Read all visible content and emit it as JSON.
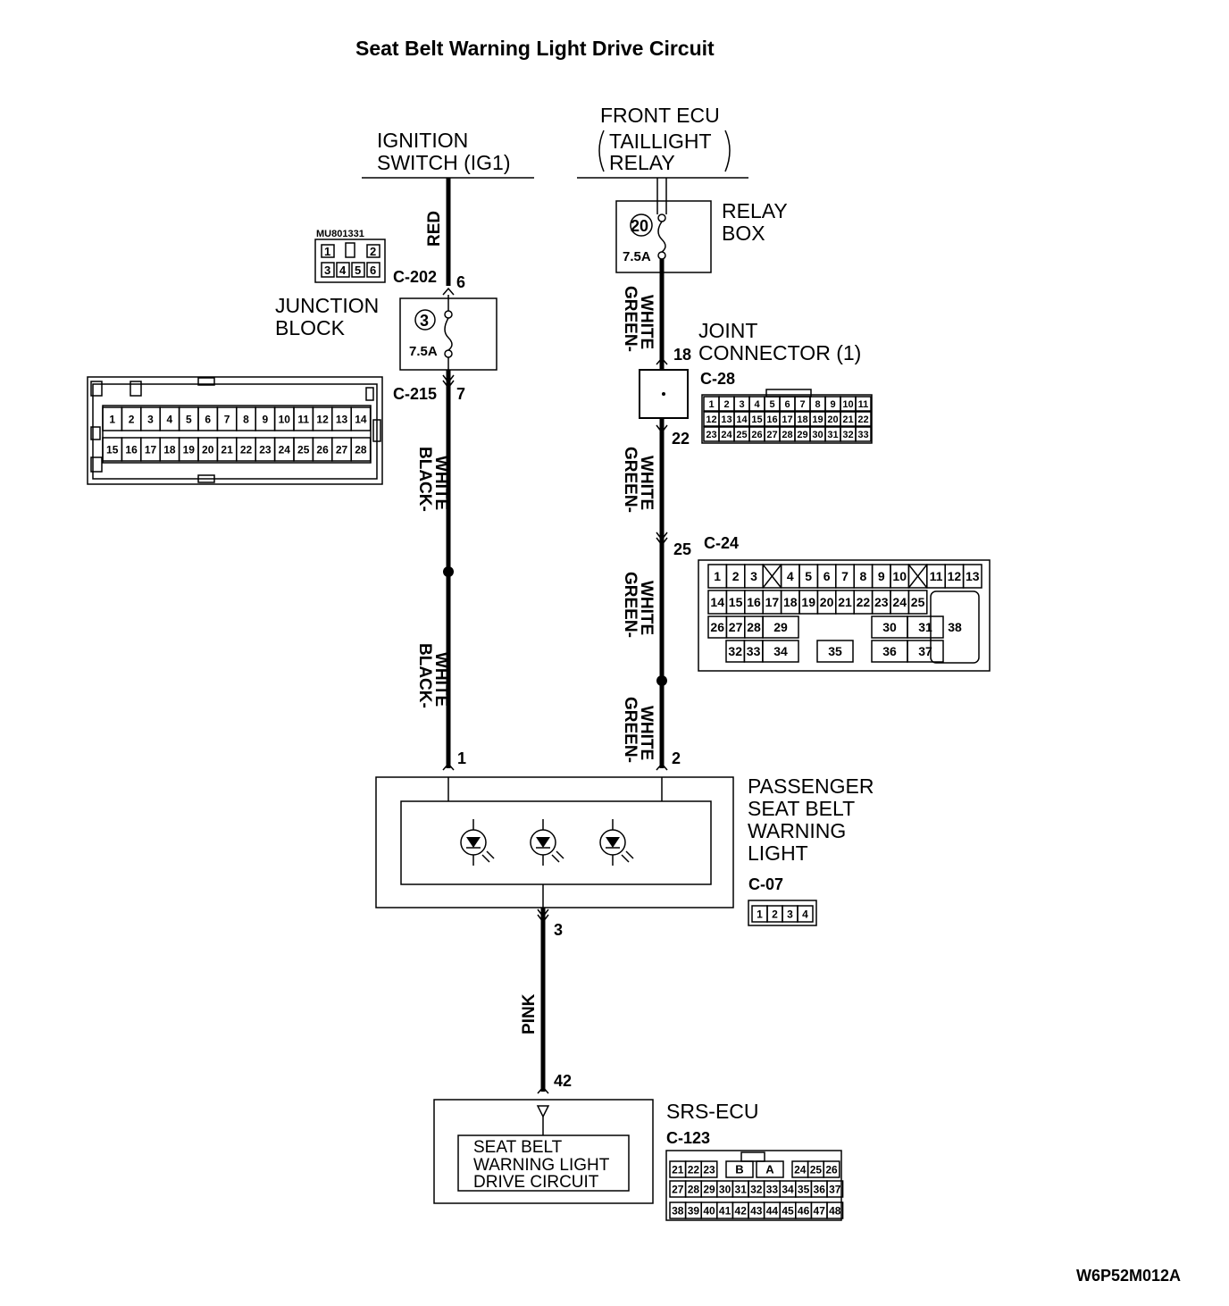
{
  "title": "Seat Belt Warning Light Drive Circuit",
  "code": "W6P52M012A",
  "sources": {
    "ignition": [
      "IGNITION",
      "SWITCH (IG1)"
    ],
    "front_ecu": {
      "line1": "FRONT ECU",
      "line2": "TAILLIGHT",
      "line3": "RELAY"
    }
  },
  "wires": {
    "left_top": "RED",
    "left_mid": "BLACK-\nWHITE",
    "left_low": "BLACK-\nWHITE",
    "right_top": "GREEN-\nWHITE",
    "right_mid": "GREEN-\nWHITE",
    "right_low1": "GREEN-\nWHITE",
    "right_low2": "GREEN-\nWHITE",
    "bottom": "PINK"
  },
  "junction_block": {
    "label": [
      "JUNCTION",
      "BLOCK"
    ],
    "fuse_no": "3",
    "fuse_rating": "7.5A",
    "part_no": "MU801331",
    "c202": "C-202",
    "c202_pin": "6",
    "c215": "C-215",
    "c215_pin": "7",
    "c202_cells": [
      "1",
      "2",
      "3",
      "4",
      "5",
      "6"
    ],
    "c215_row1": [
      "1",
      "2",
      "3",
      "4",
      "5",
      "6",
      "7",
      "8",
      "9",
      "10",
      "11",
      "12",
      "13",
      "14"
    ],
    "c215_row2": [
      "15",
      "16",
      "17",
      "18",
      "19",
      "20",
      "21",
      "22",
      "23",
      "24",
      "25",
      "26",
      "27",
      "28"
    ]
  },
  "relay_box": {
    "label": [
      "RELAY",
      "BOX"
    ],
    "fuse_no": "20",
    "fuse_rating": "7.5A"
  },
  "joint_connector": {
    "label": [
      "JOINT",
      "CONNECTOR (1)"
    ],
    "pin_in": "18",
    "pin_out": "22",
    "connector": "C-28",
    "row1": [
      "1",
      "2",
      "3",
      "4",
      "5",
      "6",
      "7",
      "8",
      "9",
      "10",
      "11"
    ],
    "row2": [
      "12",
      "13",
      "14",
      "15",
      "16",
      "17",
      "18",
      "19",
      "20",
      "21",
      "22"
    ],
    "row3": [
      "23",
      "24",
      "25",
      "26",
      "27",
      "28",
      "29",
      "30",
      "31",
      "32",
      "33"
    ]
  },
  "c24": {
    "connector": "C-24",
    "pin": "25",
    "row1": [
      "1",
      "2",
      "3",
      "",
      "4",
      "5",
      "6",
      "7",
      "8",
      "9",
      "10",
      "",
      "11",
      "12",
      "13"
    ],
    "row2": [
      "14",
      "15",
      "16",
      "17",
      "18",
      "19",
      "20",
      "21",
      "22",
      "23",
      "24",
      "25"
    ],
    "row3": [
      "26",
      "27",
      "28",
      "29",
      "30",
      "31"
    ],
    "row4": [
      "32",
      "33",
      "34",
      "35",
      "36",
      "37"
    ],
    "big": "38"
  },
  "passenger_light": {
    "label": [
      "PASSENGER",
      "SEAT BELT",
      "WARNING",
      "LIGHT"
    ],
    "connector": "C-07",
    "pin_left": "1",
    "pin_right": "2",
    "pin_bottom": "3",
    "cells": [
      "1",
      "2",
      "3",
      "4"
    ]
  },
  "srs_ecu": {
    "label": "SRS-ECU",
    "connector": "C-123",
    "pin": "42",
    "circuit": [
      "SEAT BELT",
      "WARNING LIGHT",
      "DRIVE CIRCUIT"
    ],
    "row1": [
      "21",
      "22",
      "23",
      "B",
      "A",
      "24",
      "25",
      "26"
    ],
    "row2": [
      "27",
      "28",
      "29",
      "30",
      "31",
      "32",
      "33",
      "34",
      "35",
      "36",
      "37"
    ],
    "row3": [
      "38",
      "39",
      "40",
      "41",
      "42",
      "43",
      "44",
      "45",
      "46",
      "47",
      "48"
    ]
  }
}
